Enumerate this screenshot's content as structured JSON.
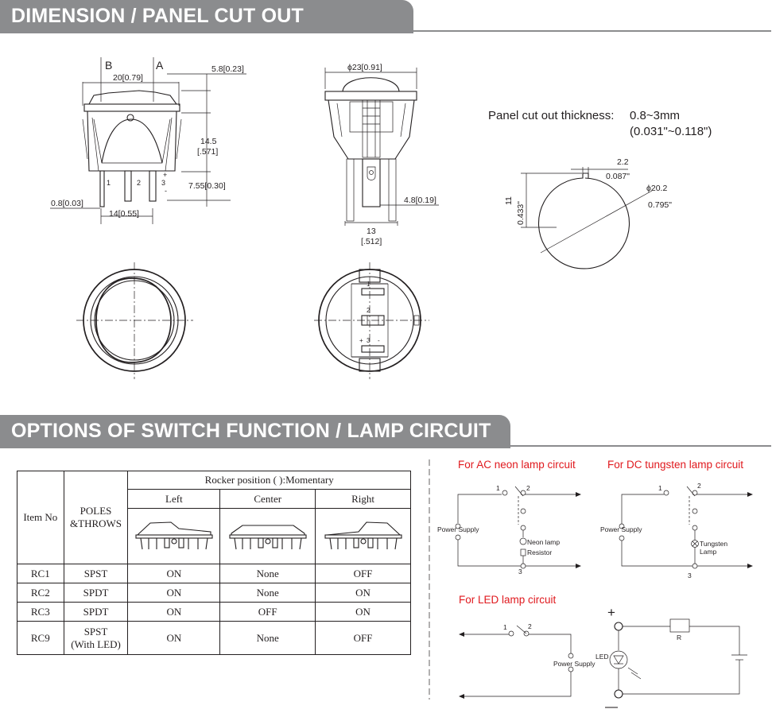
{
  "sections": {
    "dimension_title": "DIMENSION / PANEL CUT OUT",
    "options_title": "OPTIONS OF SWITCH FUNCTION / LAMP CIRCUIT"
  },
  "side_view": {
    "label_b": "B",
    "label_a": "A",
    "width": "20[0.79]",
    "rocker_height": "5.8[0.23]",
    "body_height_mm": "14.5",
    "body_height_in": "[.571]",
    "terminal_length": "7.55[0.30]",
    "terminal_thickness": "0.8[0.03]",
    "terminal_pitch": "14[0.55]",
    "pin1": "1",
    "pin2": "2",
    "pin3": "3",
    "plus": "+",
    "minus": "-"
  },
  "front_view": {
    "diameter": "ϕ23[0.91]",
    "terminal_width": "4.8[0.19]",
    "depth_mm": "13",
    "depth_in": "[.512]"
  },
  "panel_cutout": {
    "thickness_label": "Panel cut out thickness:",
    "thickness_mm": "0.8~3mm",
    "thickness_in": "(0.031\"~0.118\")",
    "key_width_mm": "2.2",
    "key_width_in": "0.087\"",
    "height_mm": "11",
    "height_in": "0.433\"",
    "diameter_mm": "ϕ20.2",
    "diameter_in": "0.795\""
  },
  "bottom_view": {
    "pin1": "1",
    "pin2": "2",
    "pin3": "3",
    "plus": "+",
    "minus": "-"
  },
  "options_table": {
    "header_item": "Item No",
    "header_poles_line1": "POLES",
    "header_poles_line2": "&THROWS",
    "header_rocker": "Rocker position ( ):Momentary",
    "positions": [
      "Left",
      "Center",
      "Right"
    ],
    "rows": [
      {
        "item": "RC1",
        "poles": "SPST",
        "poles2": "",
        "left": "ON",
        "center": "None",
        "right": "OFF"
      },
      {
        "item": "RC2",
        "poles": "SPDT",
        "poles2": "",
        "left": "ON",
        "center": "None",
        "right": "ON"
      },
      {
        "item": "RC3",
        "poles": "SPDT",
        "poles2": "",
        "left": "ON",
        "center": "OFF",
        "right": "ON"
      },
      {
        "item": "RC9",
        "poles": "SPST",
        "poles2": "(With LED)",
        "left": "ON",
        "center": "None",
        "right": "OFF"
      }
    ]
  },
  "circuits": {
    "ac_title": "For AC neon lamp circuit",
    "dc_title": "For DC tungsten lamp circuit",
    "led_title": "For LED lamp circuit",
    "power_supply": "Power Supply",
    "neon_lamp": "Neon lamp",
    "resistor": "Resistor",
    "tungsten_line1": "Tungsten",
    "tungsten_line2": "Lamp",
    "led": "LED",
    "r": "R",
    "n1": "1",
    "n2": "2",
    "n3": "3",
    "plus": "+",
    "minus": "—"
  }
}
